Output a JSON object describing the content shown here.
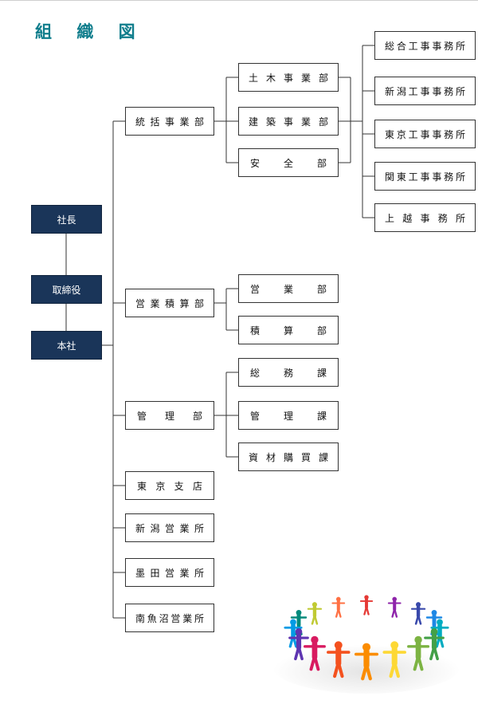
{
  "title": "組 織 図",
  "leaders": {
    "president": "社長",
    "director": "取締役",
    "head_office": "本社"
  },
  "departments": {
    "tokatsu": "統括事業部",
    "eigyo_sekisan": "営業積算部",
    "kanri": "管理部",
    "tokyo_shiten": "東京支店",
    "niigata_eigyosho": "新潟営業所",
    "sumida_eigyosho": "墨田営業所",
    "minamiuonuma_eigyosho": "南魚沼営業所"
  },
  "tokatsu_divisions": {
    "doboku": "土木事業部",
    "kenchiku": "建築事業部",
    "anzen": "安全部"
  },
  "construction_offices": {
    "sogo": "総合工事事務所",
    "niigata": "新潟工事事務所",
    "tokyo": "東京工事事務所",
    "kanto": "関東工事事務所",
    "joetsu": "上越事務所"
  },
  "eigyo_units": {
    "eigyo": "営業部",
    "sekisan": "積算部"
  },
  "kanri_units": {
    "somu": "総務課",
    "kanri": "管理課",
    "shizai": "資材購買課"
  },
  "colors": {
    "title": "#0f7d8c",
    "leader_box": "#1a3559",
    "line": "#333333"
  }
}
